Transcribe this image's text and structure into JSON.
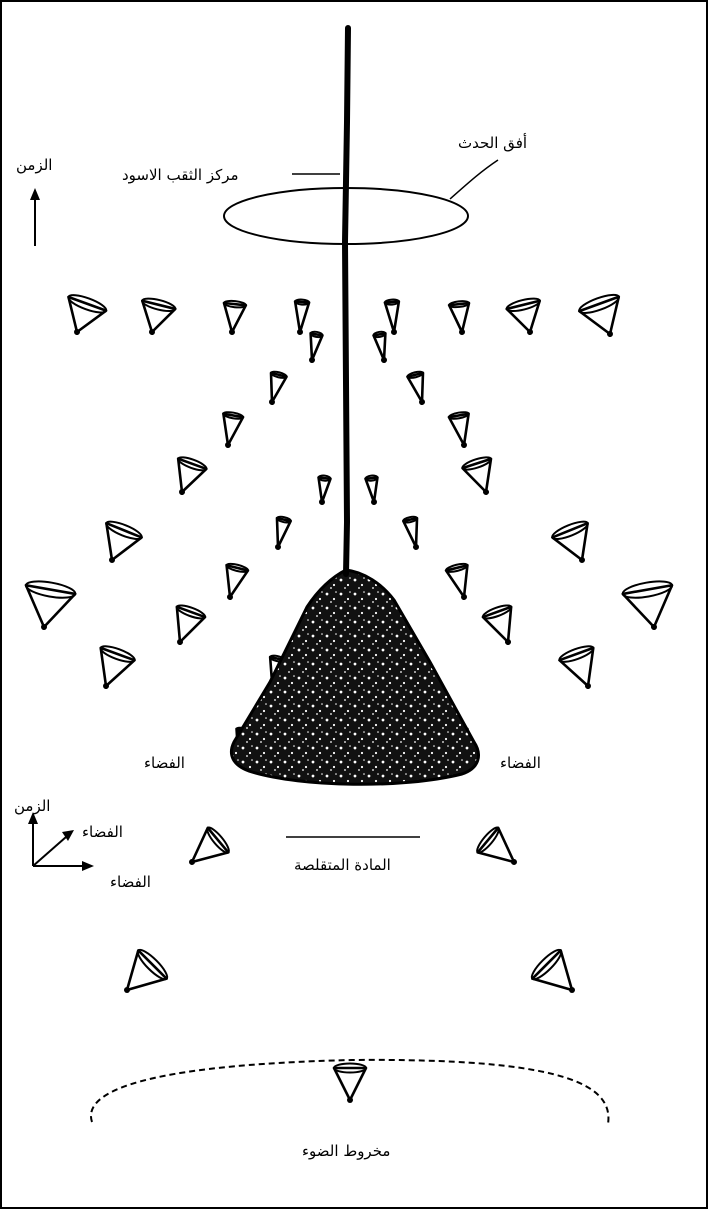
{
  "labels": {
    "time_top": "الزمن",
    "singularity": "مركز الثقب الاسود",
    "event_horizon": "أفق الحدث",
    "space_left": "الفضاء",
    "space_right": "الفضاء",
    "axis_time": "الزمن",
    "axis_space_diag": "الفضاء",
    "axis_space_horiz": "الفضاء",
    "collapsing_matter": "المادة المتقلصة",
    "light_cone": "مخروط الضوء"
  },
  "colors": {
    "ink": "#000000",
    "paper": "#ffffff"
  }
}
